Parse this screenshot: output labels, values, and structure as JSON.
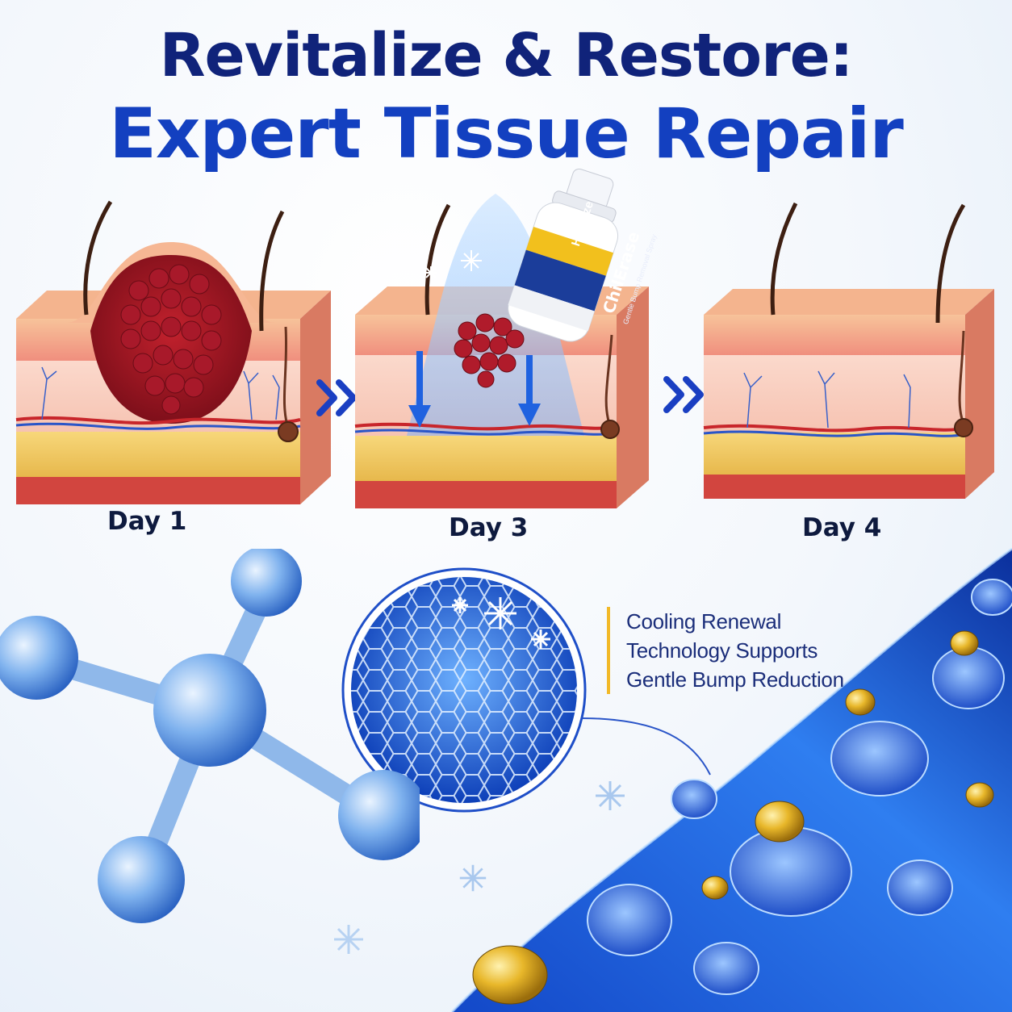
{
  "headline": {
    "line1": "Revitalize & Restore:",
    "line2": "Expert Tissue Repair"
  },
  "stages": [
    {
      "label": "Day 1",
      "state": "large-bump"
    },
    {
      "label": "Day 3",
      "state": "shrinking-bump-with-cooling-spray"
    },
    {
      "label": "Day 4",
      "state": "clear-skin"
    }
  ],
  "product": {
    "brand": "Healrize",
    "name": "ChilErase",
    "subtitle": "Gentle Bump Removal Spray"
  },
  "claim": {
    "lines": [
      "Cooling Renewal",
      "Technology Supports",
      "Gentle Bump Reduction"
    ],
    "accent_color": "#f2b928"
  },
  "colors": {
    "headline_dark": "#10237a",
    "headline_blue": "#1340c0",
    "arrow_blue": "#1a3fc2",
    "cell_stream": "#1a5fe0",
    "gold_capsule": "#e8b72a"
  },
  "icons": [
    "double-chevron-right-icon",
    "snowflake-icon",
    "molecule-icon",
    "hair-icon",
    "down-arrow-icon"
  ]
}
